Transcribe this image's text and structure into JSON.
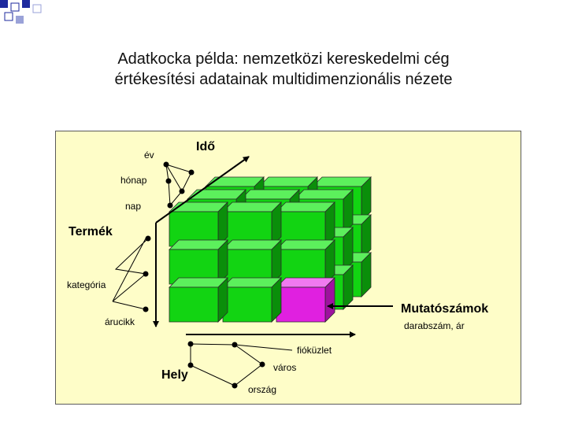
{
  "slide": {
    "title_line1": "Adatkocka példa: nemzetközi kereskedelmi cég",
    "title_line2": "értékesítési adatainak multidimenzionális nézete"
  },
  "diagram": {
    "time": {
      "label": "Idő",
      "levels": [
        "év",
        "hónap",
        "nap"
      ]
    },
    "product": {
      "label": "Termék",
      "levels": [
        "kategória",
        "árucikk"
      ]
    },
    "place": {
      "label": "Hely",
      "levels": [
        "fióküzlet",
        "város",
        "ország"
      ]
    },
    "measures": {
      "label": "Mutatószámok",
      "detail": "darabszám, ár"
    }
  },
  "colors": {
    "cube_front": "#12d412",
    "cube_top": "#5cf05c",
    "cube_side": "#0a8e0a",
    "highlight_front": "#e020e0",
    "highlight_top": "#f07af0",
    "highlight_side": "#9e129e",
    "panel_background": "#fefdc8",
    "decoration_blue": "#1e2a9e"
  }
}
